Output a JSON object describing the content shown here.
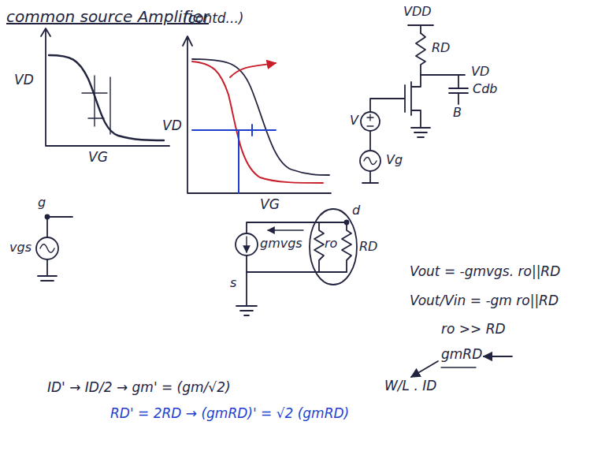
{
  "diagram": {
    "title": "common source Amplifier",
    "labels": [
      "(contd...)",
      "VD",
      "VG",
      "VD",
      "VG",
      "VDD",
      "RD",
      "VD",
      "Cdb",
      "B",
      "V",
      "Vg",
      "g",
      "vgs",
      "d",
      "gmvgs",
      "ro",
      "RD",
      "s",
      "Vout = -gmvgs. ro||RD",
      "Vout/Vin = -gm ro||RD",
      "ro >> RD",
      "gmRD",
      "W/L . ID",
      "ID' → ID/2 → gm' = (gm/√2)",
      "RD' = 2RD → (gmRD)' = √2 (gmRD)"
    ]
  }
}
